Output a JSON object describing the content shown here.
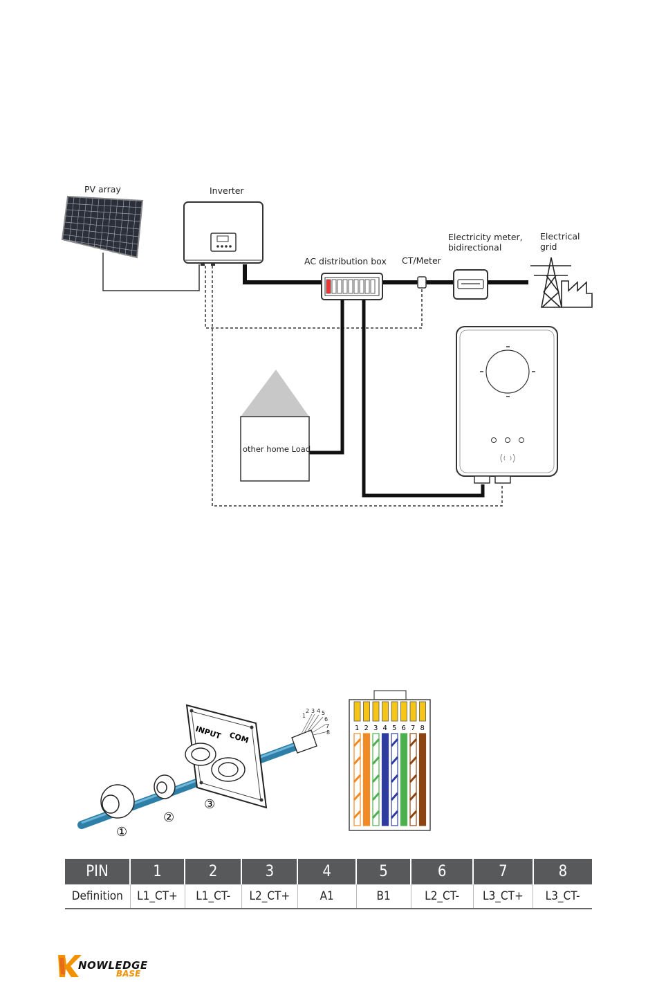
{
  "diagram": {
    "pv_array": "PV array",
    "inverter": "Inverter",
    "ac_box": "AC distribution box",
    "ct_meter": "CT/Meter",
    "meter_line1": "Electricity meter,",
    "meter_line2": "bidirectional",
    "grid_line1": "Electrical",
    "grid_line2": "grid",
    "home_load": "other home Load"
  },
  "connector": {
    "label_input": "INPUT",
    "label_com": "COM",
    "callout1": "①",
    "callout2": "②",
    "callout3": "③",
    "pin_numbers": [
      "1",
      "2",
      "3",
      "4",
      "5",
      "6",
      "7",
      "8"
    ]
  },
  "pin_table": {
    "header_label": "PIN",
    "pins": [
      "1",
      "2",
      "3",
      "4",
      "5",
      "6",
      "7",
      "8"
    ],
    "definition_label": "Definition",
    "definitions": [
      "L1_CT+",
      "L1_CT-",
      "L2_CT+",
      "A1",
      "B1",
      "L2_CT-",
      "L3_CT+",
      "L3_CT-"
    ]
  },
  "logo": {
    "line1": "NOWLEDGE",
    "line2": "BASE",
    "colors": {
      "orange": "#f39200",
      "dark": "#111111"
    }
  }
}
